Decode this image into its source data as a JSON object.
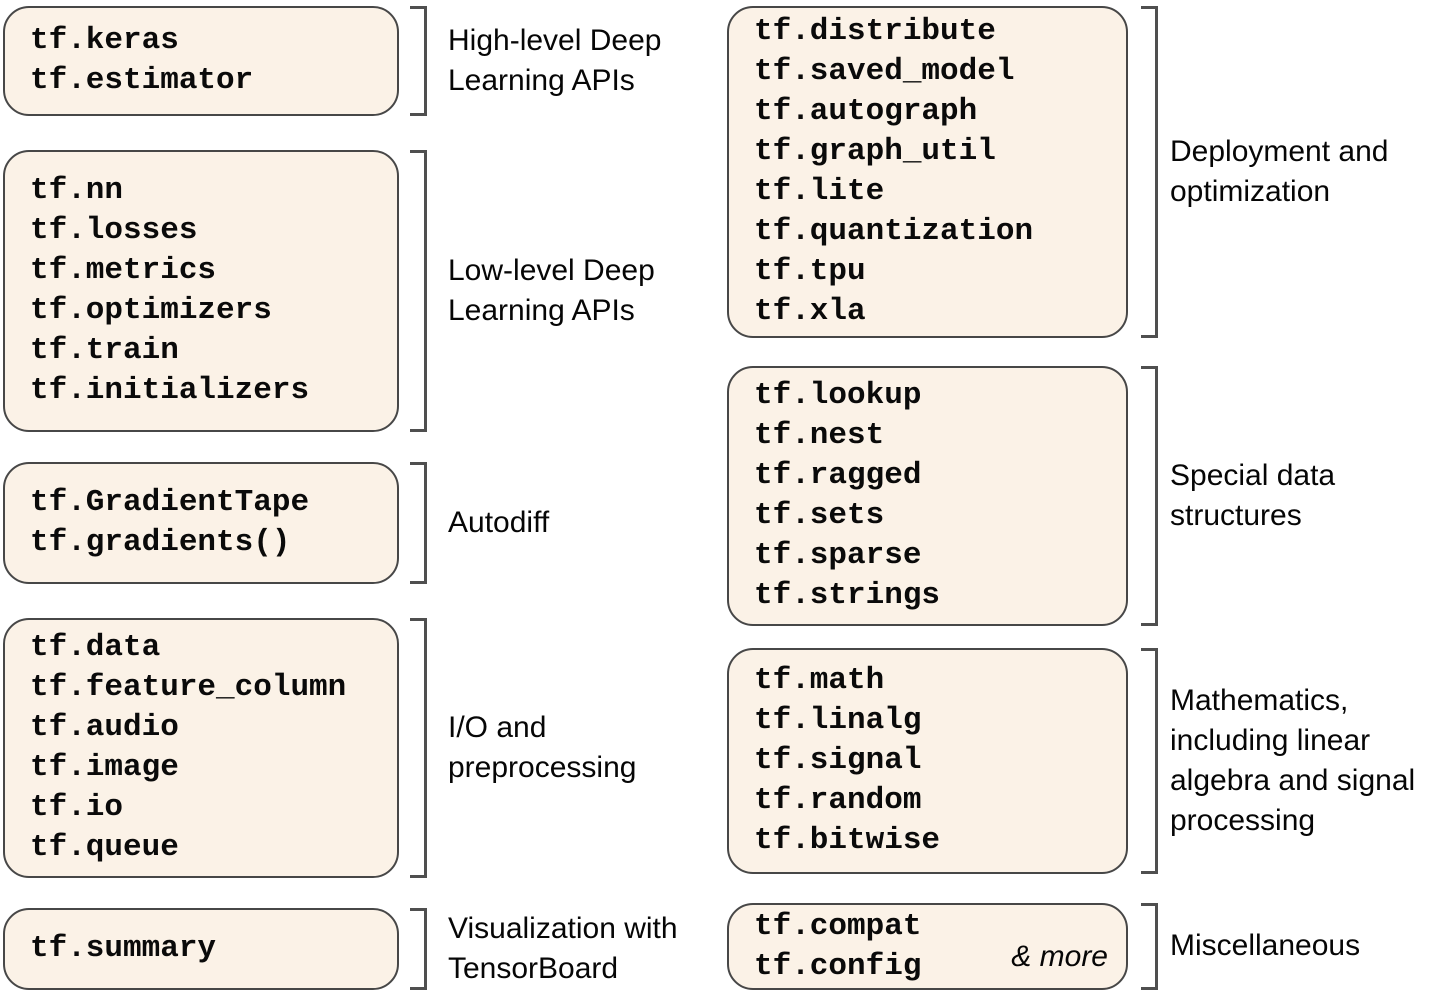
{
  "colors": {
    "background": "#ffffff",
    "box_fill": "#fbf2e7",
    "box_border": "#474747",
    "bracket": "#4f4f4f",
    "text": "#000000"
  },
  "groups": [
    {
      "id": "high-level-dl",
      "label": "High-level Deep\nLearning APIs",
      "apis": [
        "tf.keras",
        "tf.estimator"
      ]
    },
    {
      "id": "low-level-dl",
      "label": "Low-level Deep\nLearning APIs",
      "apis": [
        "tf.nn",
        "tf.losses",
        "tf.metrics",
        "tf.optimizers",
        "tf.train",
        "tf.initializers"
      ]
    },
    {
      "id": "autodiff",
      "label": "Autodiff",
      "apis": [
        "tf.GradientTape",
        "tf.gradients()"
      ]
    },
    {
      "id": "io-preprocessing",
      "label": "I/O and\npreprocessing",
      "apis": [
        "tf.data",
        "tf.feature_column",
        "tf.audio",
        "tf.image",
        "tf.io",
        "tf.queue"
      ]
    },
    {
      "id": "visualization",
      "label": "Visualization with\nTensorBoard",
      "apis": [
        "tf.summary"
      ]
    },
    {
      "id": "deployment-optimization",
      "label": "Deployment and\noptimization",
      "apis": [
        "tf.distribute",
        "tf.saved_model",
        "tf.autograph",
        "tf.graph_util",
        "tf.lite",
        "tf.quantization",
        "tf.tpu",
        "tf.xla"
      ]
    },
    {
      "id": "special-data-structures",
      "label": "Special data\nstructures",
      "apis": [
        "tf.lookup",
        "tf.nest",
        "tf.ragged",
        "tf.sets",
        "tf.sparse",
        "tf.strings"
      ]
    },
    {
      "id": "mathematics",
      "label": "Mathematics,\nincluding linear\nalgebra and signal\nprocessing",
      "apis": [
        "tf.math",
        "tf.linalg",
        "tf.signal",
        "tf.random",
        "tf.bitwise"
      ]
    },
    {
      "id": "miscellaneous",
      "label": "Miscellaneous",
      "more_note": "& more",
      "apis": [
        "tf.compat",
        "tf.config"
      ]
    }
  ]
}
